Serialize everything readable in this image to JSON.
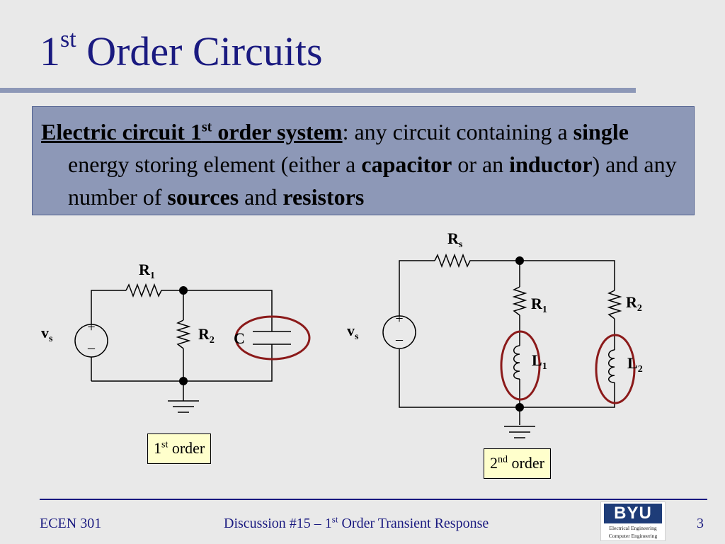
{
  "slide": {
    "title": {
      "main": "1",
      "sup": "st",
      "rest": " Order Circuits"
    },
    "definition": {
      "term": "Electric circuit 1",
      "term_sup": "st",
      "term_end": " order system",
      "t1": ": any circuit containing a ",
      "b1": "single",
      "t2": " energy storing element (either a ",
      "b2": "capacitor",
      "t3": " or an ",
      "b3": "inductor",
      "t4": ") and any number of ",
      "b4": "sources",
      "t5": " and ",
      "b5": "resistors"
    }
  },
  "circuit_1": {
    "R1": "R",
    "R1_sub": "1",
    "R2": "R",
    "R2_sub": "2",
    "C": "C",
    "vs": "v",
    "vs_sub": "s",
    "plus": "+",
    "minus": "–",
    "label": {
      "main": "1",
      "sup": "st",
      "rest": " order"
    }
  },
  "circuit_2": {
    "Rs": "R",
    "Rs_sub": "s",
    "R1": "R",
    "R1_sub": "1",
    "R2": "R",
    "R2_sub": "2",
    "L1": "L",
    "L1_sub": "1",
    "L2": "L",
    "L2_sub": "2",
    "vs": "v",
    "vs_sub": "s",
    "plus": "+",
    "minus": "–",
    "label": {
      "main": "2",
      "sup": "nd",
      "rest": " order"
    }
  },
  "footer": {
    "course": "ECEN 301",
    "center_a": "Discussion #15 – 1",
    "center_sup": "st",
    "center_b": " Order Transient Response",
    "page": "3",
    "logo": {
      "name": "BYU",
      "line1": "Electrical Engineering",
      "line2": "Computer Engineering"
    }
  },
  "colors": {
    "title": "#1a1a80",
    "box": "#8d98b7",
    "highlight": "#8b1a1a",
    "label_bg": "#ffffcc"
  }
}
